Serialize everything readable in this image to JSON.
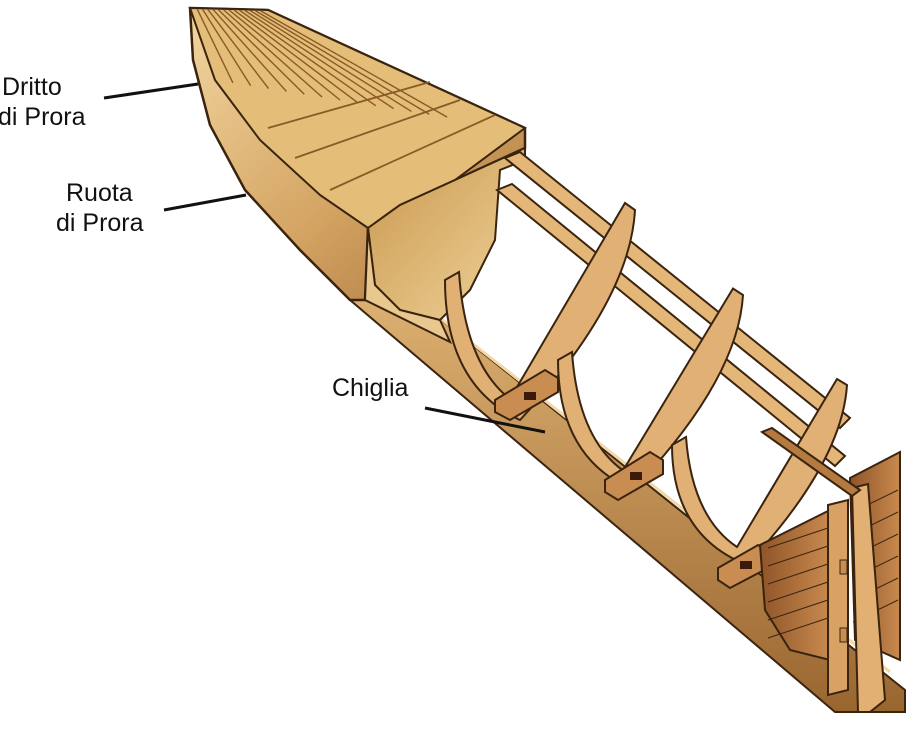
{
  "labels": {
    "dritto_di_prora": {
      "line1": "Dritto",
      "line2": "di Prora"
    },
    "ruota_di_prora": {
      "line1": "Ruota",
      "line2": "di Prora"
    },
    "chiglia": "Chiglia"
  },
  "colors": {
    "hull_light": "#e9c98a",
    "hull_mid": "#d4a463",
    "hull_dark": "#a8733a",
    "deck": "#e4bd78",
    "plank_line": "#8a5a26",
    "frame": "#e0b074",
    "frame_edge": "#8c5a2a",
    "keel": "#c99455",
    "transom": "#b0703c",
    "outline": "#3a2410",
    "leader": "#111111"
  }
}
